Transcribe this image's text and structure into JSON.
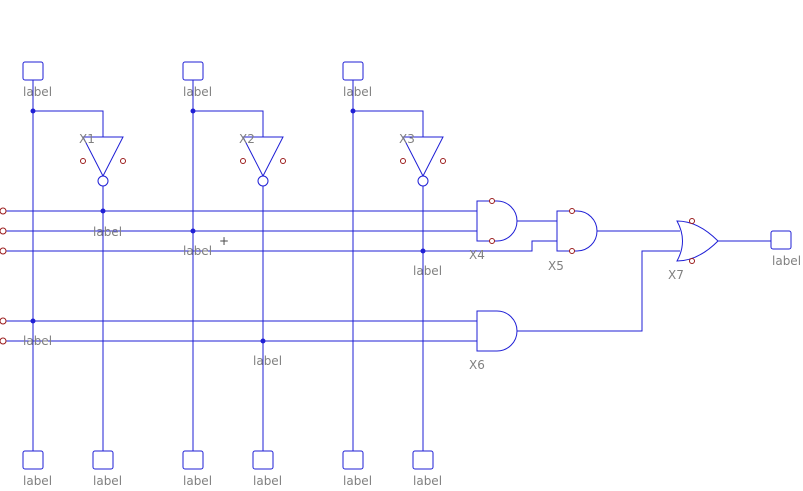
{
  "diagram": {
    "gate_names": {
      "x1": "X1",
      "x2": "X2",
      "x3": "X3",
      "x4": "X4",
      "x5": "X5",
      "x6": "X6",
      "x7": "X7"
    },
    "labels": {
      "in_a": "label",
      "in_b": "label",
      "in_c": "label",
      "out_a": "label",
      "out_na": "label",
      "out_b": "label",
      "out_nb": "label",
      "out_c": "label",
      "out_nc": "label",
      "y_out": "label",
      "net1": "label",
      "net2": "label",
      "net3": "label",
      "net4": "label",
      "net5": "label"
    },
    "cursor": "+",
    "colors": {
      "wire": "#1f1fd6",
      "pin": "#9a1b1b",
      "label": "#808080"
    }
  }
}
